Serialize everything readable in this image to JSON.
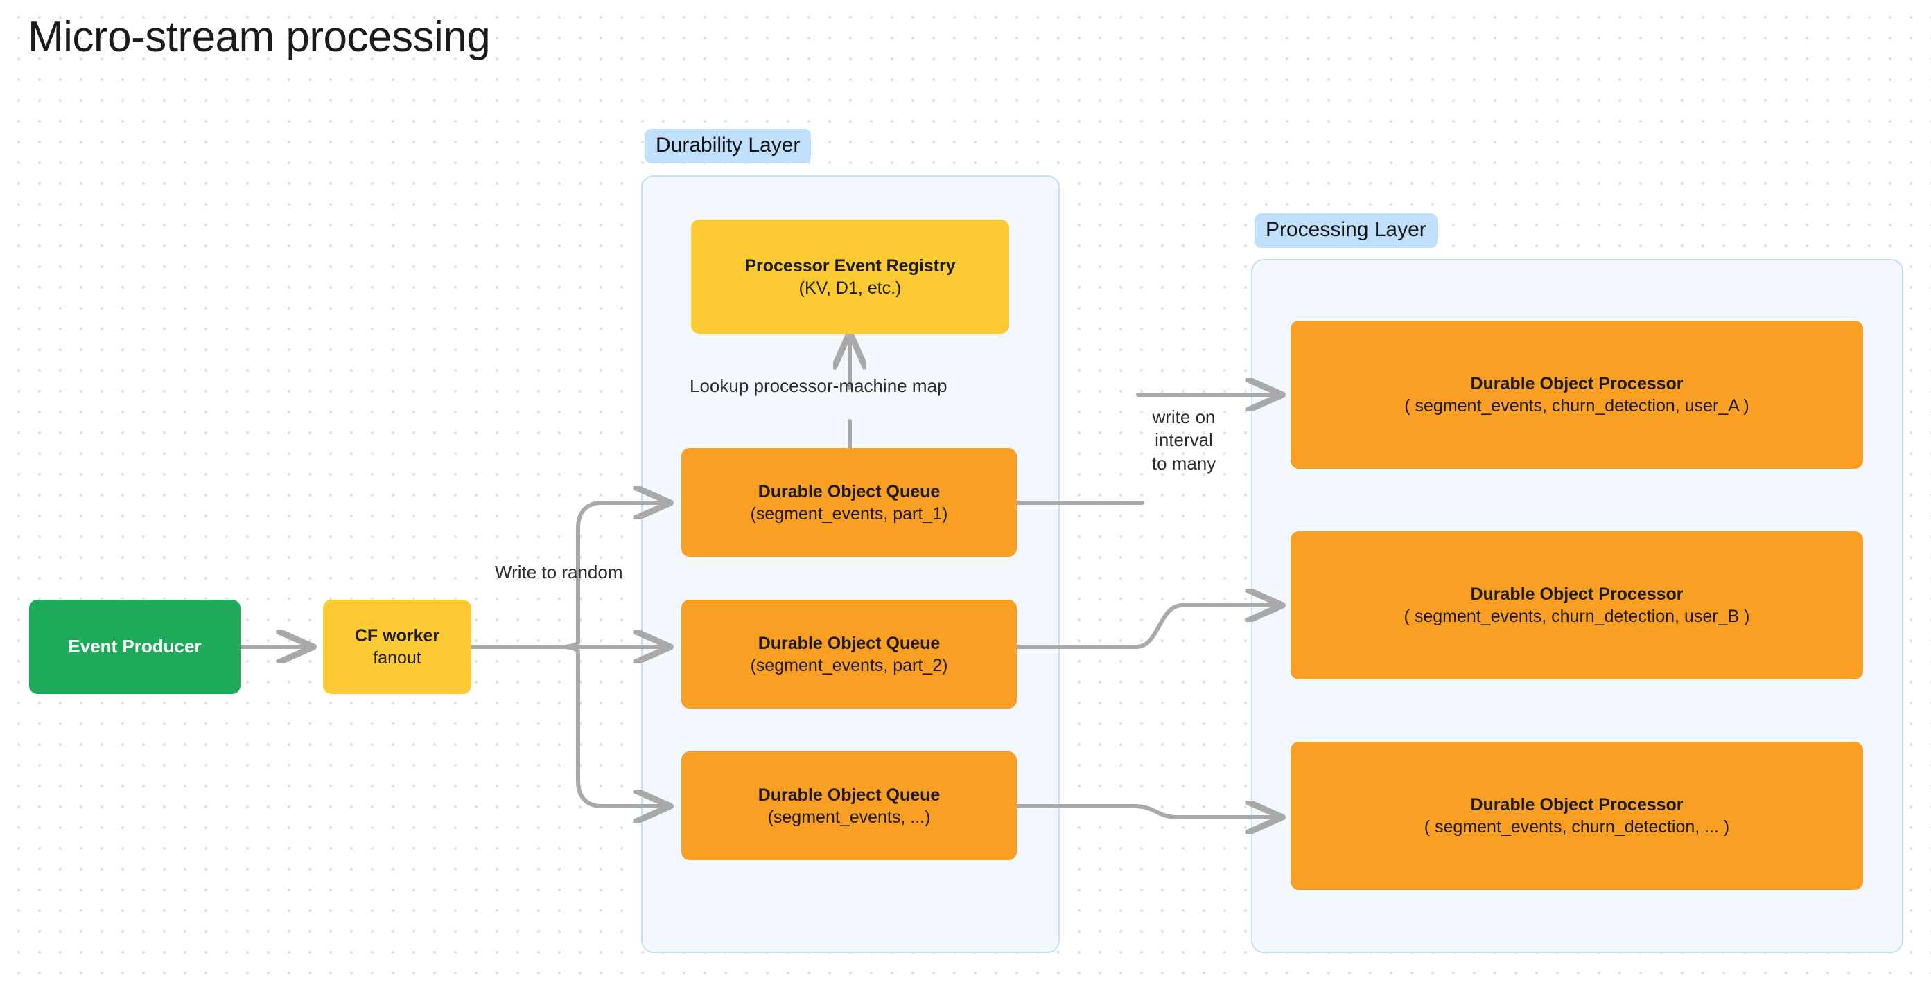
{
  "page": {
    "title": "Micro-stream processing",
    "background": "#ffffff",
    "dot_grid_color": "#e3e3e3"
  },
  "colors": {
    "green": "#1ea95b",
    "yellow": "#fccb33",
    "orange": "#f99f23",
    "panel_fill": "#f2f8fd",
    "panel_border": "#c5e0f5",
    "badge_fill": "#bfdffc",
    "connector": "#a9a9a9",
    "text_dark": "#1d1a05"
  },
  "groups": [
    {
      "id": "durability",
      "label": "Durability Layer"
    },
    {
      "id": "processing",
      "label": "Processing Layer"
    }
  ],
  "nodes": {
    "event_producer": {
      "line1": "Event Producer",
      "line2": "",
      "color": "green"
    },
    "cf_worker": {
      "line1": "CF worker",
      "line2": "fanout",
      "color": "yellow"
    },
    "registry": {
      "line1": "Processor Event Registry",
      "line2": "(KV, D1, etc.)",
      "color": "yellow"
    },
    "queue_1": {
      "line1": "Durable Object Queue",
      "line2": "(segment_events, part_1)",
      "color": "orange"
    },
    "queue_2": {
      "line1": "Durable Object Queue",
      "line2": "(segment_events, part_2)",
      "color": "orange"
    },
    "queue_3": {
      "line1": "Durable Object Queue",
      "line2": "(segment_events, ...)",
      "color": "orange"
    },
    "processor_a": {
      "line1": "Durable Object Processor",
      "line2": "( segment_events, churn_detection, user_A )",
      "color": "orange"
    },
    "processor_b": {
      "line1": "Durable Object Processor",
      "line2": "( segment_events, churn_detection, user_B )",
      "color": "orange"
    },
    "processor_c": {
      "line1": "Durable Object Processor",
      "line2": "( segment_events, churn_detection, ... )",
      "color": "orange"
    }
  },
  "edge_labels": {
    "write_to_random": "Write to random",
    "lookup_map": "Lookup processor-machine map",
    "write_on_interval_l1": "write on",
    "write_on_interval_l2": "interval",
    "write_on_interval_l3": "to many"
  }
}
